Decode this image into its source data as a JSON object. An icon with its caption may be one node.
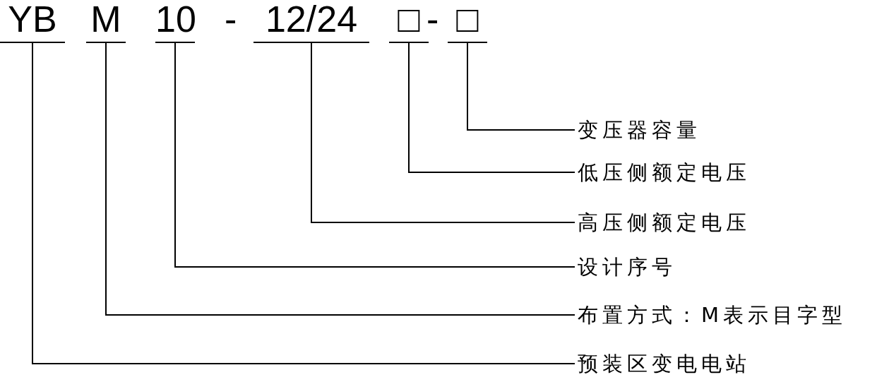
{
  "diagram": {
    "nodes": [
      {
        "text": [
          "YB"
        ]
      },
      {
        "text": [
          "M"
        ]
      },
      {
        "text": [
          "10"
        ]
      },
      {
        "text": [
          "12/24"
        ]
      },
      {
        "text": [
          "□"
        ]
      },
      {
        "text": [
          "□"
        ]
      },
      {
        "text": [
          "变压器容量"
        ]
      },
      {
        "text": [
          "低压侧额定电压"
        ]
      },
      {
        "text": [
          "高压侧额定电压"
        ]
      },
      {
        "text": [
          "设计序号"
        ]
      },
      {
        "text": [
          "布置方式：M表示目字型"
        ]
      },
      {
        "text": [
          "预装区变电电站"
        ]
      }
    ],
    "edges": [
      {
        "from": 6,
        "to": 5,
        "arrow": "none"
      },
      {
        "from": 7,
        "to": 4,
        "arrow": "none"
      },
      {
        "from": 8,
        "to": 3,
        "arrow": "none"
      },
      {
        "from": 9,
        "to": 2,
        "arrow": "none"
      },
      {
        "from": 10,
        "to": 1,
        "arrow": "none"
      },
      {
        "from": 11,
        "to": 0,
        "arrow": "none"
      }
    ],
    "labels": [
      "-",
      "-"
    ]
  }
}
